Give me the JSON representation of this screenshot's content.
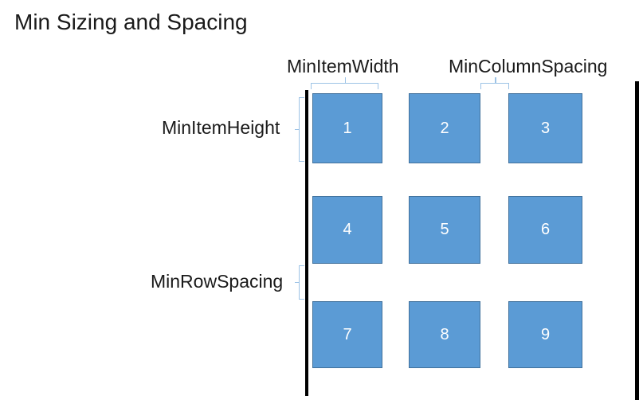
{
  "title": "Min Sizing and Spacing",
  "diagram": {
    "annotations": {
      "min_item_width": "MinItemWidth",
      "min_column_spacing": "MinColumnSpacing",
      "min_item_height": "MinItemHeight",
      "min_row_spacing": "MinRowSpacing"
    },
    "grid": {
      "rows": 3,
      "columns": 3,
      "items": [
        "1",
        "2",
        "3",
        "4",
        "5",
        "6",
        "7",
        "8",
        "9"
      ]
    },
    "colors": {
      "item_fill": "#5B9BD5",
      "item_border": "#41719C",
      "brace": "#9DC3E6",
      "boundary_line": "#000000",
      "label_text": "#1A1A1A",
      "item_number_text": "#FFFFFF"
    }
  }
}
